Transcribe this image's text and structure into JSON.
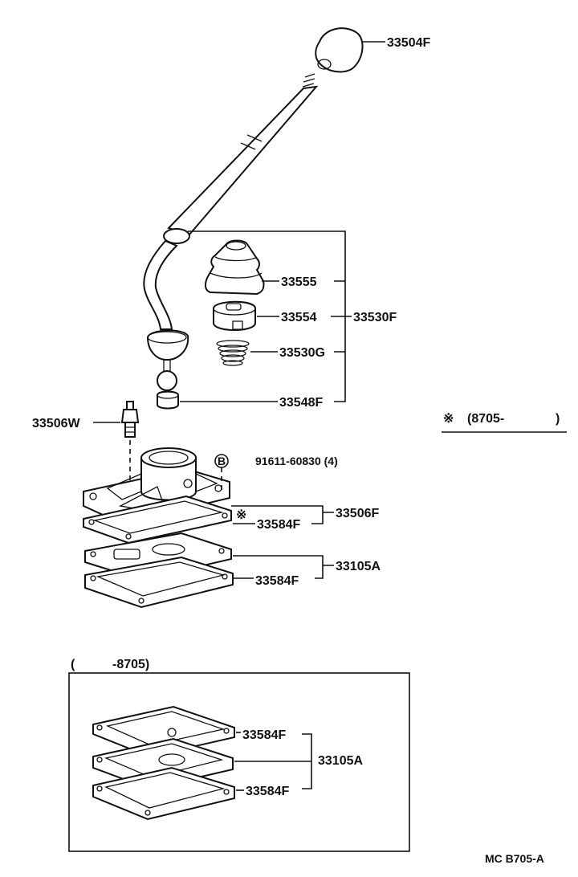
{
  "parts": {
    "knob": "33504F",
    "boot": "33555",
    "seat": "33554",
    "spring": "33530G",
    "bushing": "33548F",
    "lever_assy": "33530F",
    "pin": "33506W",
    "bolt": "91611-60830 (4)",
    "bolt_marker": "B",
    "retainer_assy": "33506F",
    "gasket_upper": "33584F",
    "gasket_mark": "※",
    "cover_assy": "33105A",
    "gasket_lower": "33584F"
  },
  "notes": {
    "mark_symbol": "※",
    "from_note": "(8705-",
    "from_note_close": ")",
    "until_open": "(",
    "until_note": "-8705)"
  },
  "inset": {
    "gasket_top": "33584F",
    "cover_assy": "33105A",
    "gasket_bottom": "33584F"
  },
  "footer": {
    "code": "MC  B705-A"
  }
}
